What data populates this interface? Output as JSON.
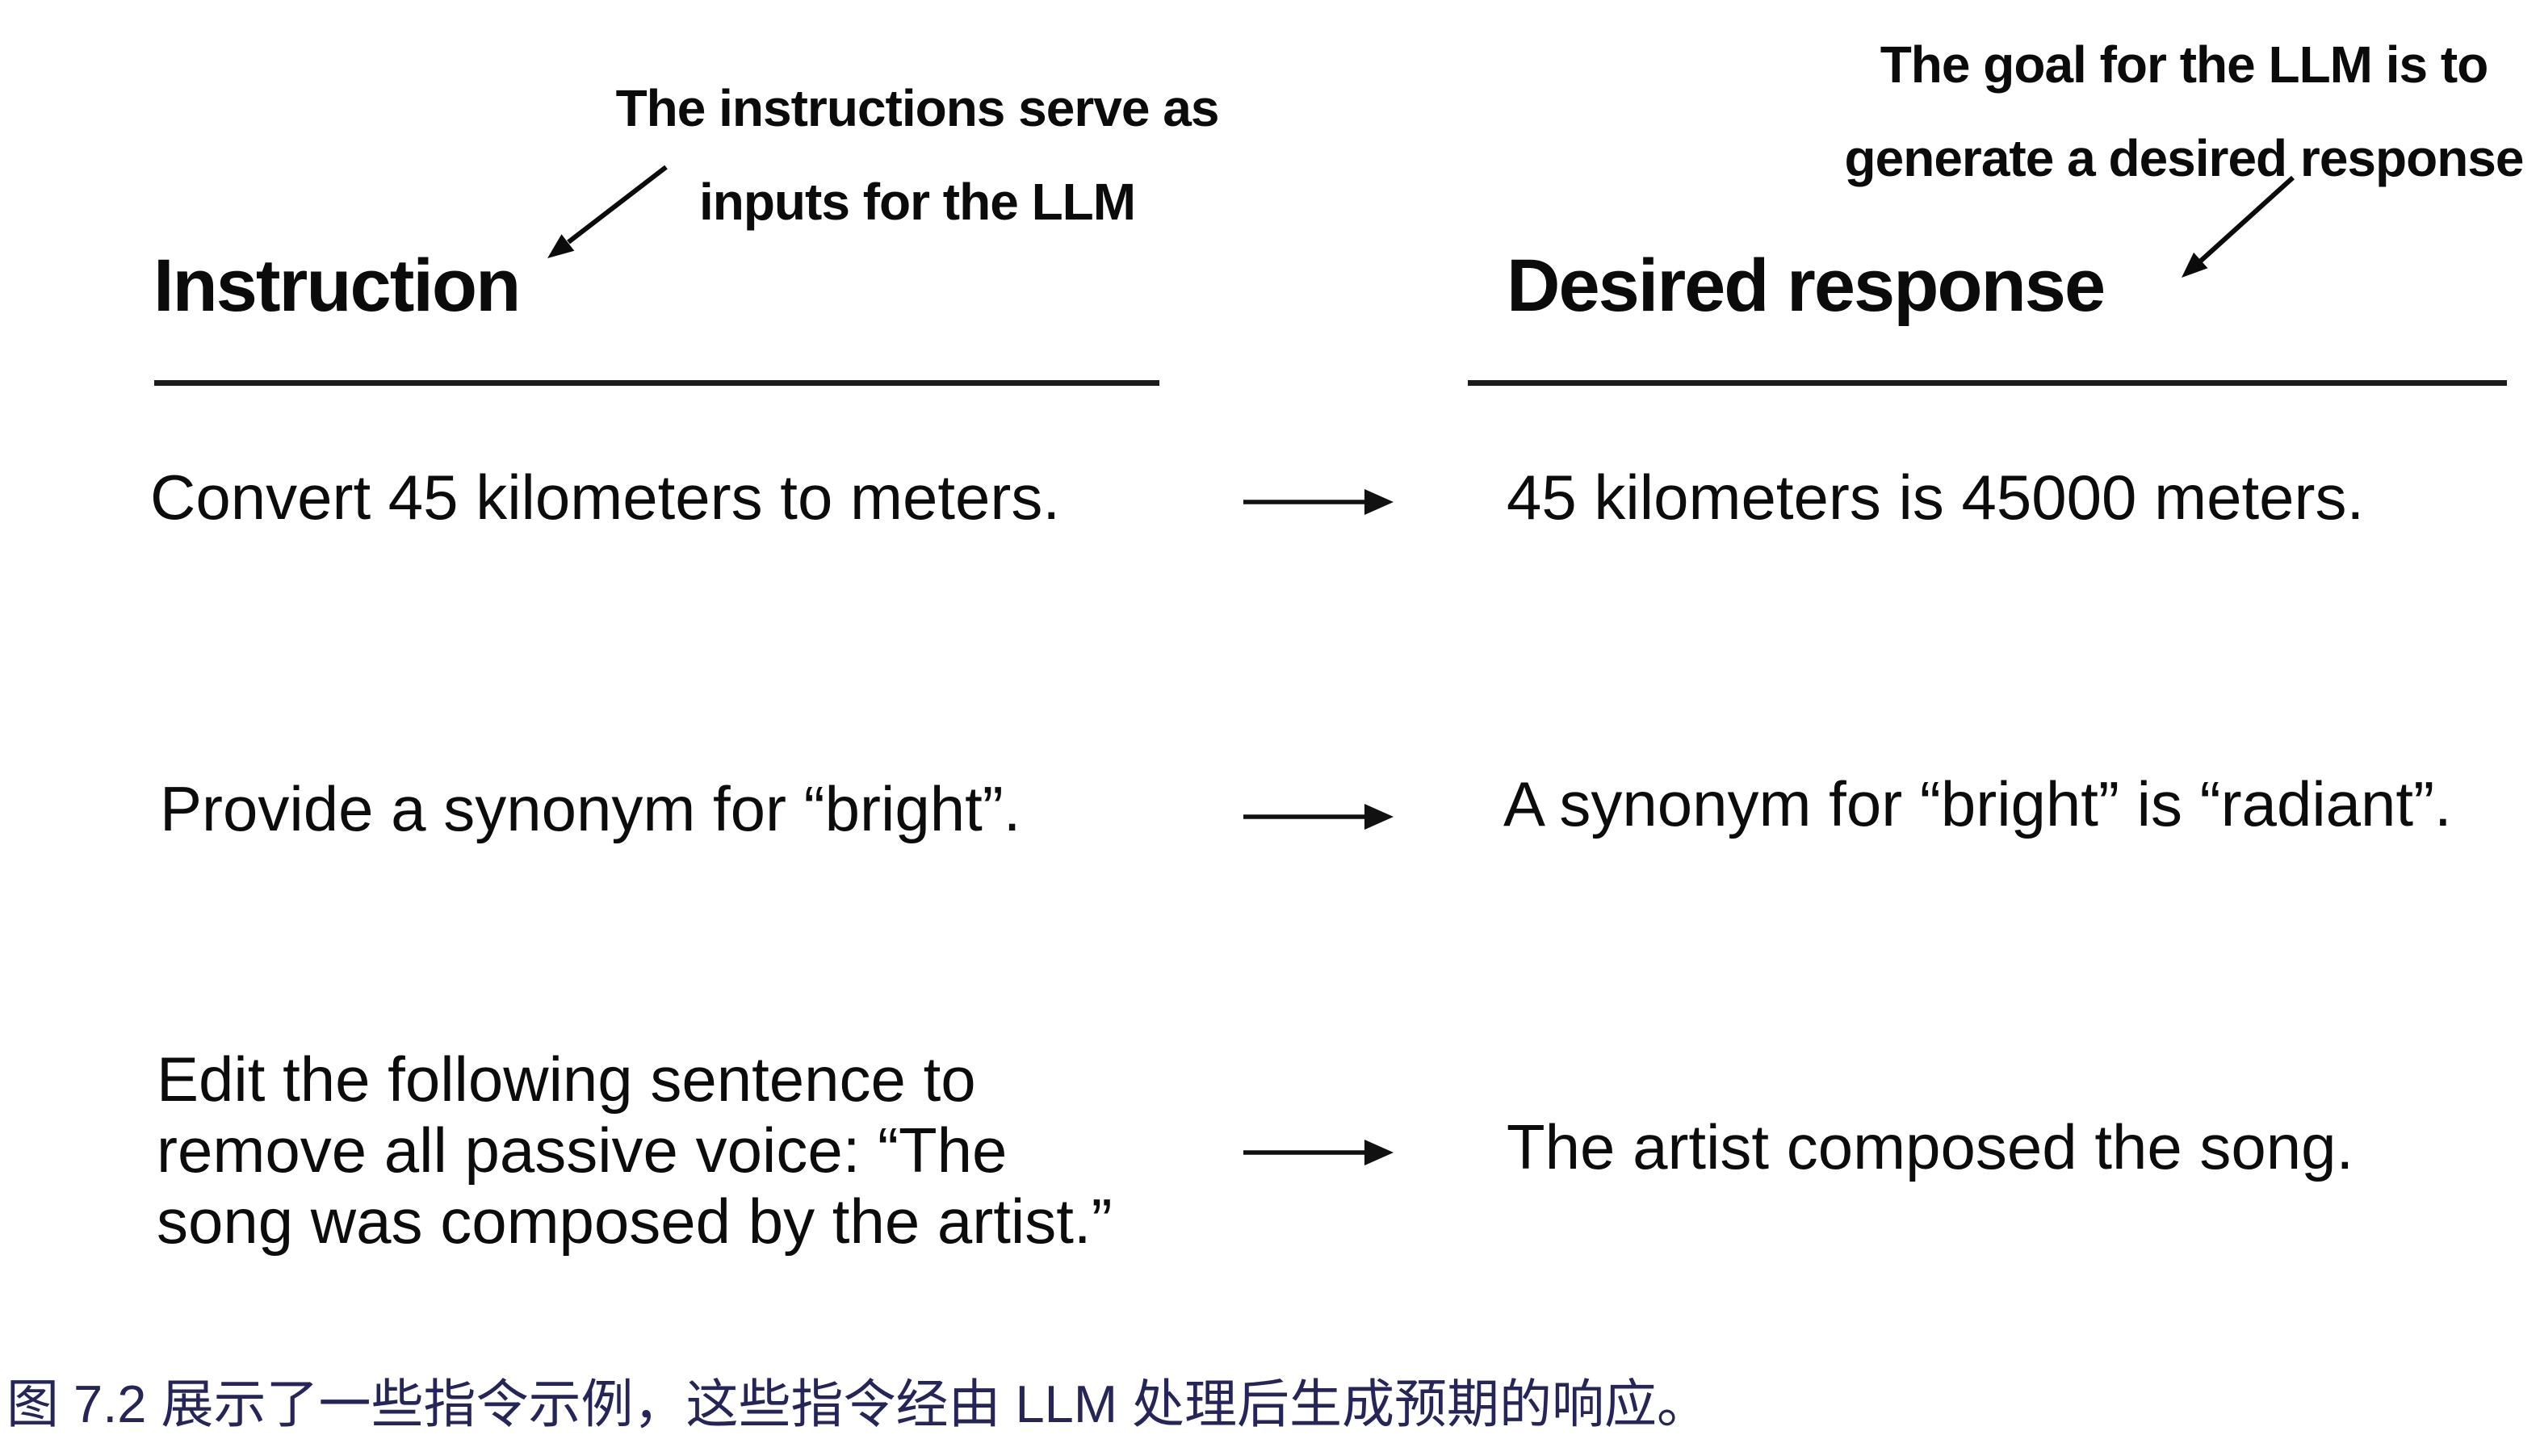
{
  "figure": {
    "annotations": {
      "left": {
        "line1": "The instructions serve as",
        "line2": "inputs for the LLM"
      },
      "right": {
        "line1": "The goal for the LLM is to",
        "line2": "generate a desired response"
      }
    },
    "columns": {
      "left_header": "Instruction",
      "right_header": "Desired response"
    },
    "rows": [
      {
        "instruction_lines": [
          "Convert 45 kilometers to meters."
        ],
        "response": "45 kilometers is 45000 meters."
      },
      {
        "instruction_lines": [
          "Provide a synonym for “bright”."
        ],
        "response": "A synonym for “bright” is “radiant”."
      },
      {
        "instruction_lines": [
          "Edit the following sentence to",
          "remove all passive voice: “The",
          "song was composed by the artist.”"
        ],
        "response": "The artist composed the song."
      }
    ]
  },
  "caption": {
    "text": "图 7.2 展示了一些指令示例，这些指令经由 LLM 处理后生成预期的响应。"
  },
  "colors": {
    "background": "#ffffff",
    "text": "#0b0b0b",
    "divider": "#1c1c1c",
    "caption": "#252559"
  }
}
